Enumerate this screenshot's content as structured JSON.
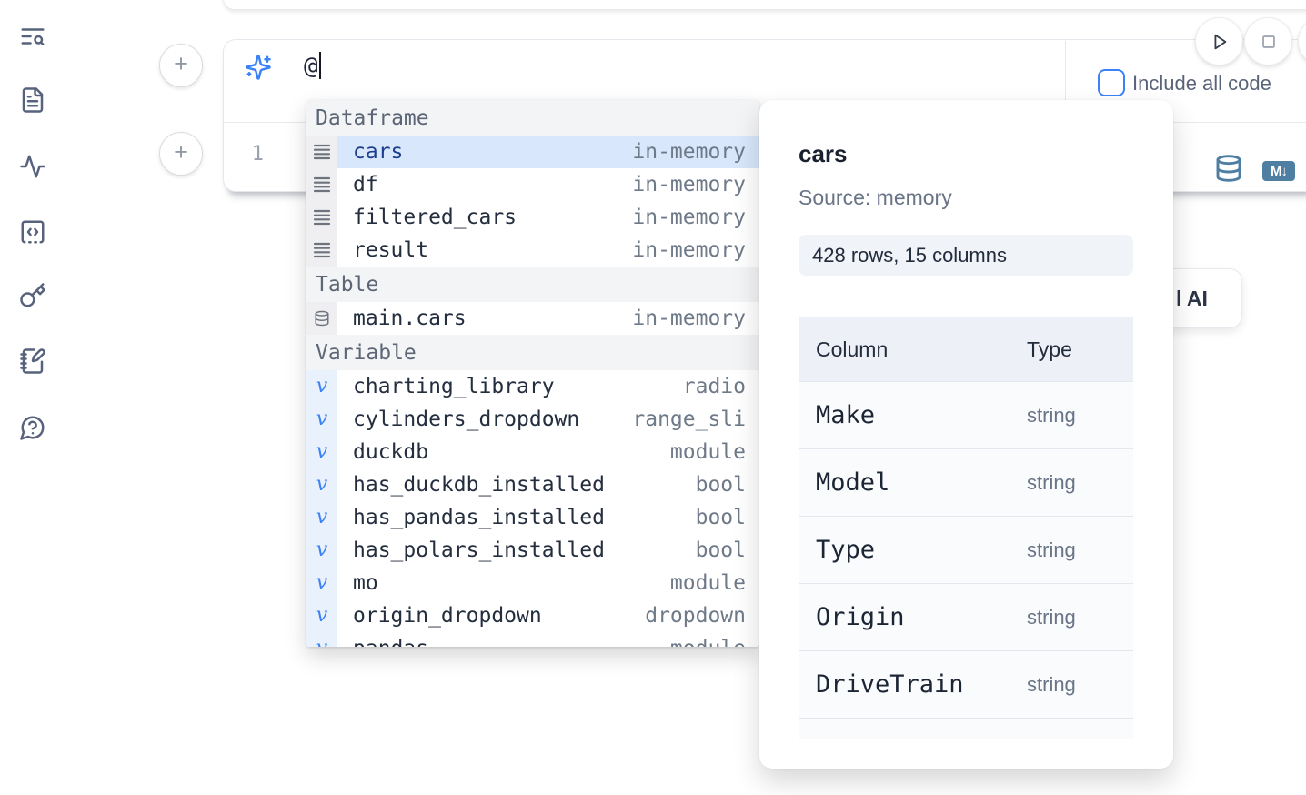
{
  "colors": {
    "accent_blue": "#3b82f6",
    "selection_bg": "#d8e7fb",
    "selected_text": "#1c3e8c",
    "steel_blue": "#4e7fa3",
    "checkbox_border": "#3c82f6"
  },
  "sidebar": {
    "icons": [
      {
        "name": "text-search-icon"
      },
      {
        "name": "file-text-icon"
      },
      {
        "name": "activity-icon"
      },
      {
        "name": "code-square-icon"
      },
      {
        "name": "key-icon"
      },
      {
        "name": "notebook-pen-icon"
      },
      {
        "name": "help-chat-icon"
      }
    ]
  },
  "toolbar": {
    "run_button_icon": "play-icon",
    "stop_button_icon": "stop-icon"
  },
  "cell": {
    "prompt_text": "@",
    "include_all_code_label": "Include all code",
    "line_number": "1",
    "markdown_badge_label": "M↓",
    "add_button_label": "+"
  },
  "autocomplete": {
    "sections": [
      {
        "label": "Dataframe",
        "kind": "dataframe",
        "items": [
          {
            "name": "cars",
            "type": "in-memory",
            "icon": "rows-icon",
            "selected": true
          },
          {
            "name": "df",
            "type": "in-memory",
            "icon": "rows-icon"
          },
          {
            "name": "filtered_cars",
            "type": "in-memory",
            "icon": "rows-icon"
          },
          {
            "name": "result",
            "type": "in-memory",
            "icon": "rows-icon"
          }
        ]
      },
      {
        "label": "Table",
        "kind": "table",
        "items": [
          {
            "name": "main.cars",
            "type": "in-memory",
            "icon": "database-icon"
          }
        ]
      },
      {
        "label": "Variable",
        "kind": "variable",
        "items": [
          {
            "name": "charting_library",
            "type": "radio",
            "icon": "variable-icon"
          },
          {
            "name": "cylinders_dropdown",
            "type": "range_sli",
            "icon": "variable-icon"
          },
          {
            "name": "duckdb",
            "type": "module",
            "icon": "variable-icon"
          },
          {
            "name": "has_duckdb_installed",
            "type": "bool",
            "icon": "variable-icon"
          },
          {
            "name": "has_pandas_installed",
            "type": "bool",
            "icon": "variable-icon"
          },
          {
            "name": "has_polars_installed",
            "type": "bool",
            "icon": "variable-icon"
          },
          {
            "name": "mo",
            "type": "module",
            "icon": "variable-icon"
          },
          {
            "name": "origin_dropdown",
            "type": "dropdown",
            "icon": "variable-icon"
          },
          {
            "name": "pandas",
            "type": "module",
            "icon": "variable-icon"
          }
        ]
      }
    ]
  },
  "preview": {
    "title": "cars",
    "source": "Source: memory",
    "shape": "428 rows, 15 columns",
    "table": {
      "headers": [
        "Column",
        "Type"
      ],
      "rows": [
        [
          "Make",
          "string"
        ],
        [
          "Model",
          "string"
        ],
        [
          "Type",
          "string"
        ],
        [
          "Origin",
          "string"
        ],
        [
          "DriveTrain",
          "string"
        ],
        [
          "",
          ""
        ]
      ]
    }
  },
  "ai_button": {
    "visible_text": "l AI"
  }
}
